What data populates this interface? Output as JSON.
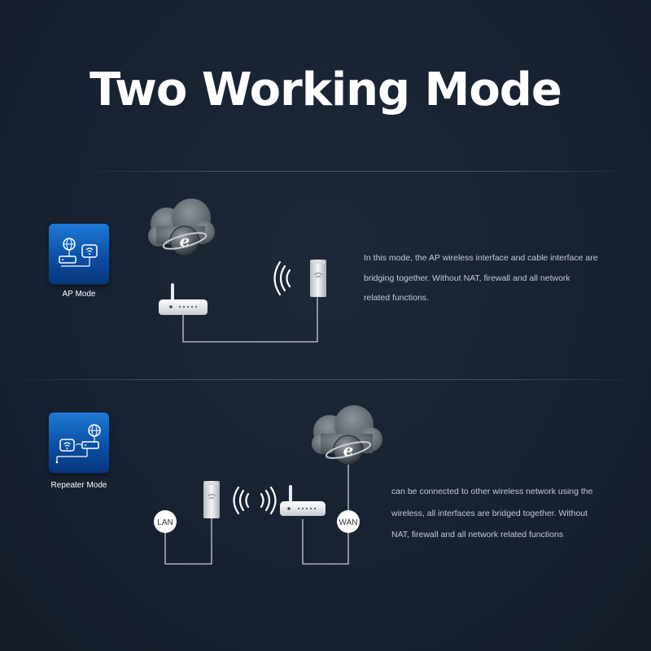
{
  "title": "Two Working Mode",
  "ap_mode": {
    "label": "AP Mode",
    "description": [
      "In this mode, the AP wireless interface and cable interface are",
      "bridging together. Without NAT, firewall and all network",
      "related functions."
    ]
  },
  "repeater_mode": {
    "label": "Repeater Mode",
    "lan_label": "LAN",
    "wan_label": "WAN",
    "description": [
      "can be connected to other wireless network using the",
      "wireless, all interfaces are bridged together. Without",
      "NAT, firewall and all network related functions"
    ]
  },
  "colors": {
    "background": "#172130",
    "badge_blue": "#1e7bd6",
    "text_light": "#c4ccd6"
  }
}
